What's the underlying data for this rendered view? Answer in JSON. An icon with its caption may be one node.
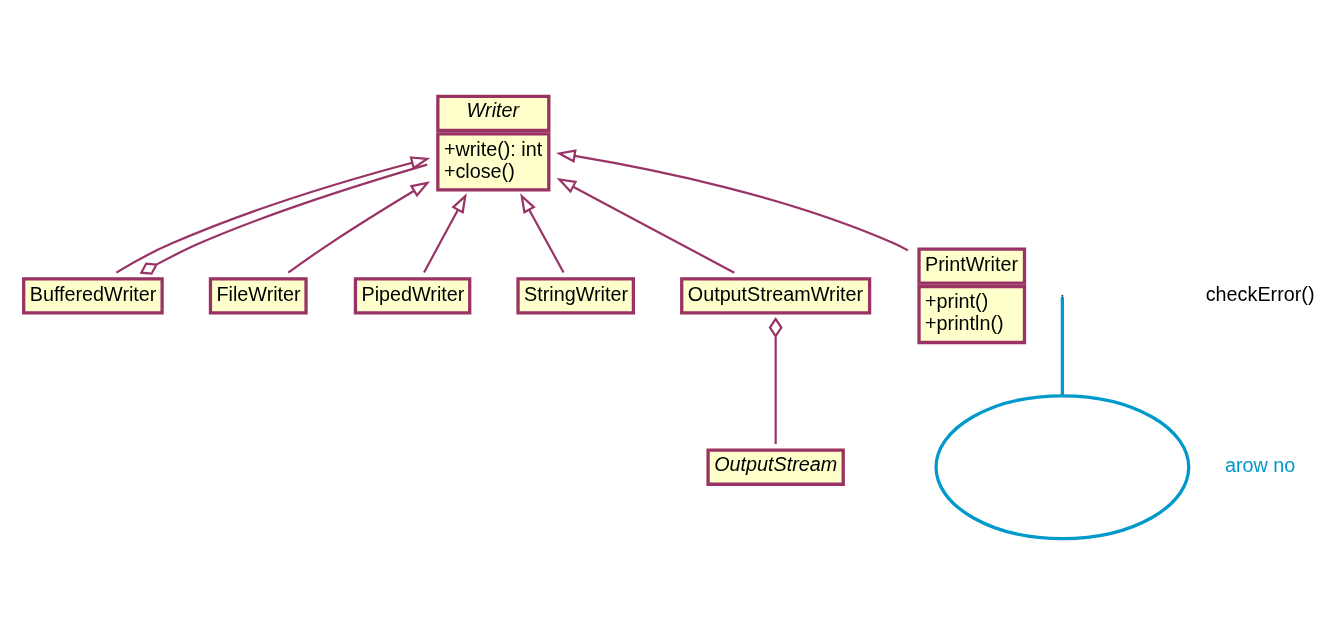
{
  "diagram": {
    "nodes": [
      {
        "text": [
          "Writer",
          "+write(): int",
          "+close()"
        ]
      },
      {
        "text": [
          "FileWriter"
        ]
      },
      {
        "text": [
          "PipedWriter"
        ]
      },
      {
        "text": [
          "BufferedWriter"
        ]
      },
      {
        "text": [
          "StringWriter"
        ]
      },
      {
        "text": [
          "OutputStreamWriter"
        ]
      },
      {
        "text": [
          "PrintWriter",
          "+print()",
          "+println()"
        ]
      },
      {
        "text": [
          "OutputStream"
        ]
      },
      {
        "text": [],
        "shape": "ellipse"
      }
    ],
    "edges": [
      {
        "from": 1,
        "to": 0,
        "arrow": "to"
      },
      {
        "from": 4,
        "to": 0,
        "arrow": "to"
      },
      {
        "from": 2,
        "to": 0,
        "arrow": "to"
      },
      {
        "from": 5,
        "to": 0,
        "arrow": "to"
      },
      {
        "from": 6,
        "to": 0,
        "arrow": "to"
      },
      {
        "from": 3,
        "to": 0,
        "arrow": "to"
      },
      {
        "from": 0,
        "to": 3,
        "arrow": "other"
      },
      {
        "from": 7,
        "to": 5,
        "arrow": "other"
      },
      {
        "from": 8,
        "to": null,
        "arrow": "none",
        "color": "#0099cc"
      }
    ],
    "labels": [
      "arow no",
      "checkError()"
    ]
  }
}
